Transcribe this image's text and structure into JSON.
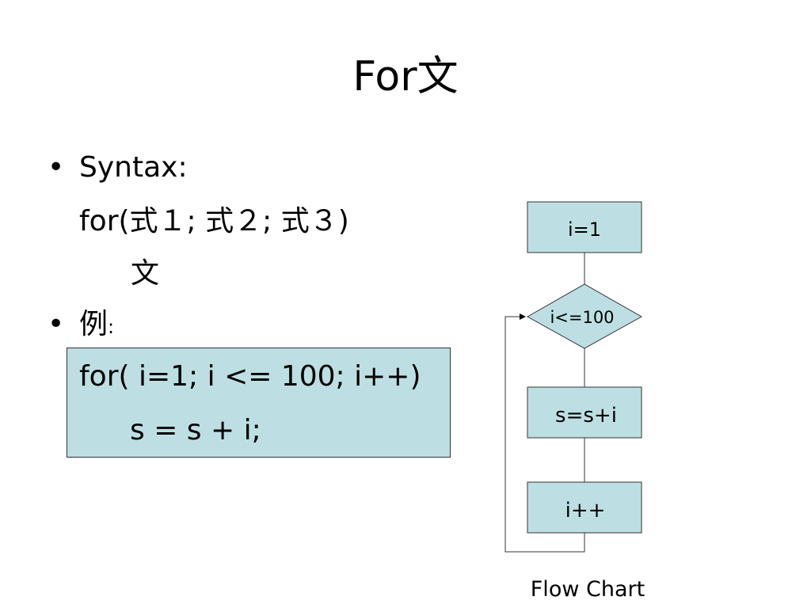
{
  "title": "For文",
  "bullets": {
    "syntax_label": "Syntax:",
    "syntax_line1": "for(式１; 式２; 式３)",
    "syntax_line2": "文",
    "example_label": "例",
    "example_colon": ":"
  },
  "code": {
    "line1": "for( i=1; i <= 100; i++)",
    "line2": "s = s + i;"
  },
  "flowchart": {
    "init": "i=1",
    "condition": "i<=100",
    "body": "s=s+i",
    "increment": "i++",
    "caption": "Flow Chart",
    "box_fill": "#bddfe3",
    "stroke": "#333333"
  }
}
